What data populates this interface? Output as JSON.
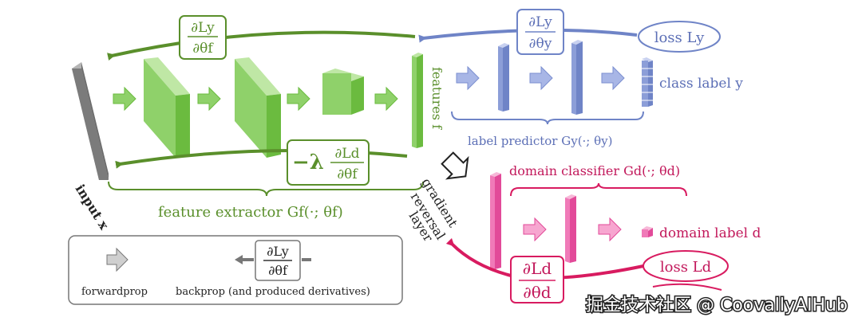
{
  "colors": {
    "green": "#8fd16a",
    "green_dark": "#5a8f2b",
    "blue": "#8c9ed8",
    "blue_dark": "#5c6fb6",
    "pink": "#f07ab8",
    "pink_dark": "#c2185b",
    "gray": "#777777"
  },
  "labels": {
    "input": "input x",
    "features": "features f",
    "class_label": "class label y",
    "label_predictor": "label predictor Gy(·; θy)",
    "feature_extractor": "feature extractor Gf(·; θf)",
    "domain_classifier": "domain classifier Gd(·; θd)",
    "domain_label": "domain label d",
    "gradient_1": "gradient",
    "gradient_2": "reversal",
    "gradient_3": "layer",
    "loss_y": "loss Ly",
    "loss_d": "loss Ld"
  },
  "gradients": {
    "top_left_num": "∂Ly",
    "top_left_den": "∂θf",
    "top_right_num": "∂Ly",
    "top_right_den": "∂θy",
    "middle_prefix": "−λ",
    "middle_num": "∂Ld",
    "middle_den": "∂θf",
    "bottom_num": "∂Ld",
    "bottom_den": "∂θd"
  },
  "legend": {
    "forwardprop": "forwardprop",
    "backprop": "backprop (and produced derivatives)",
    "num": "∂Ly",
    "den": "∂θf"
  },
  "watermark": "掘金技术社区 @ CoovallyAIHub"
}
